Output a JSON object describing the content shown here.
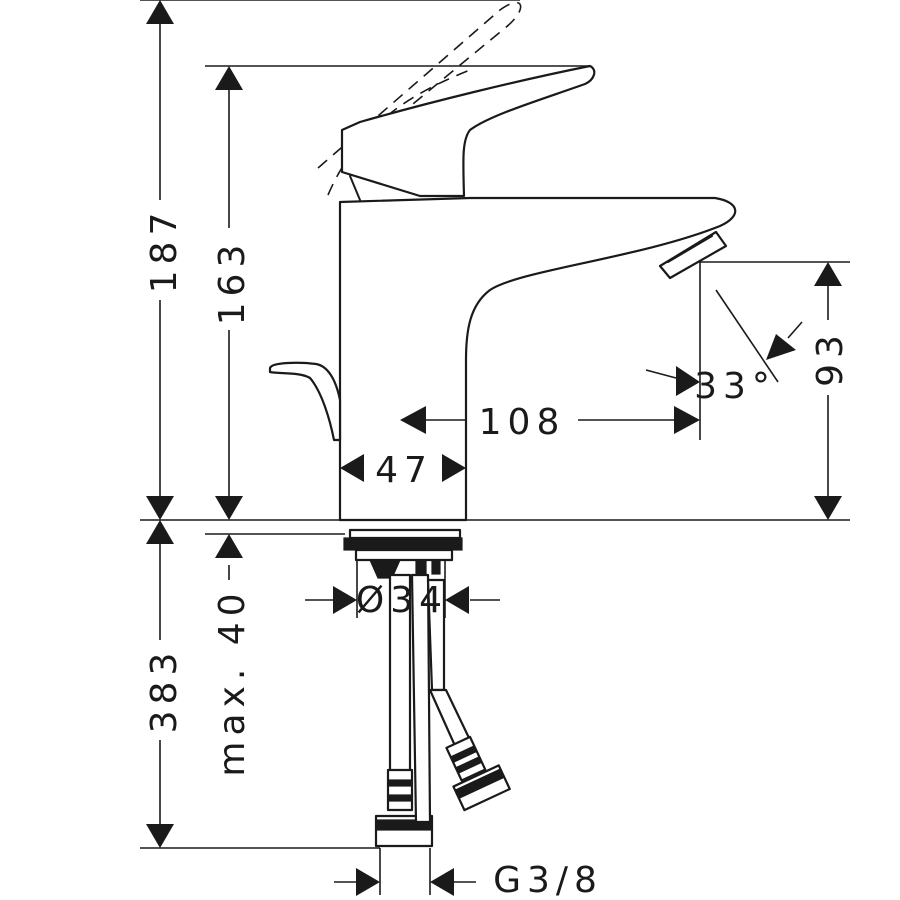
{
  "dimensions": {
    "total_height": "187",
    "spout_height": "163",
    "outlet_height": "93",
    "spout_reach": "108",
    "body_width": "47",
    "spray_angle": "33°",
    "thread_diameter": "Ø34",
    "max_mount": "max. 40",
    "hose_length": "383",
    "connection": "G3/8"
  }
}
